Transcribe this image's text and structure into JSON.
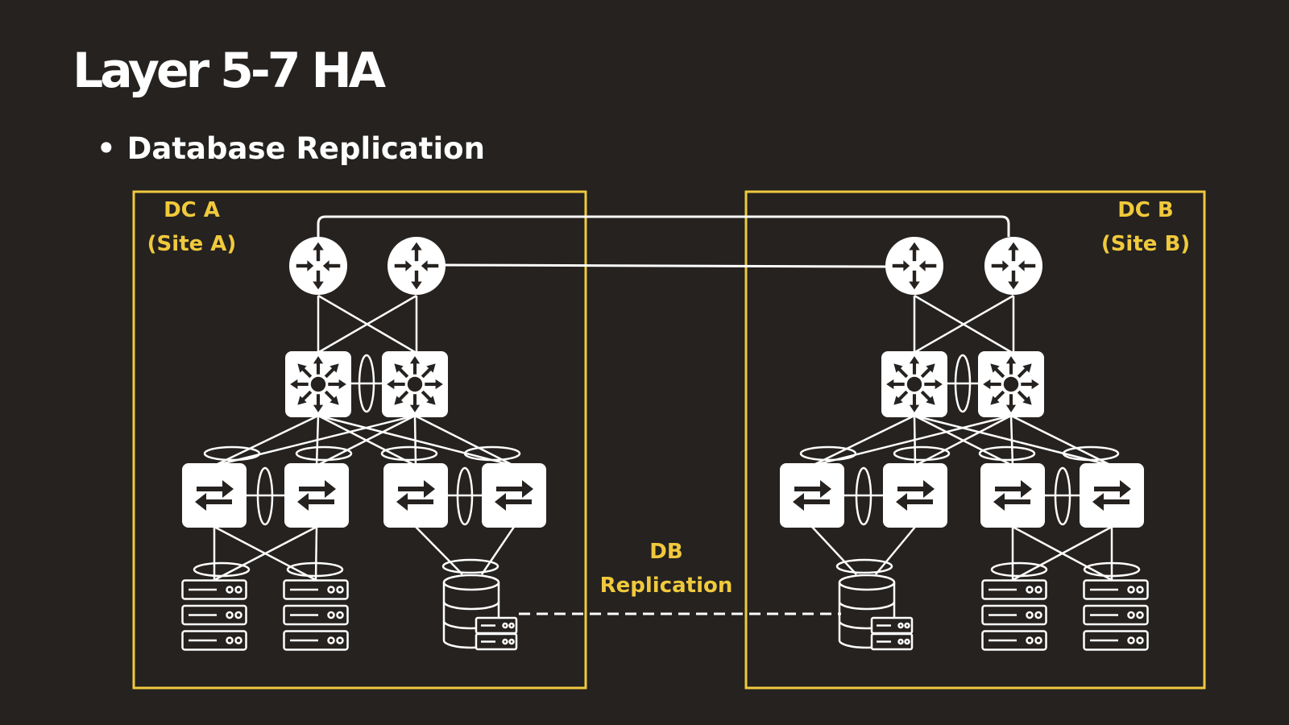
{
  "title": "Layer 5-7 HA",
  "bullet": "Database Replication",
  "colors": {
    "background": "#252220",
    "accent": "#f0c93c",
    "foreground": "#ffffff"
  },
  "sites": [
    {
      "name": "DC A",
      "subtitle": "(Site A)"
    },
    {
      "name": "DC B",
      "subtitle": "(Site B)"
    }
  ],
  "replication": {
    "line1": "DB",
    "line2": "Replication"
  },
  "icons": [
    "router-icon",
    "core-switch-icon",
    "switch-icon",
    "server-rack-icon",
    "database-icon"
  ]
}
